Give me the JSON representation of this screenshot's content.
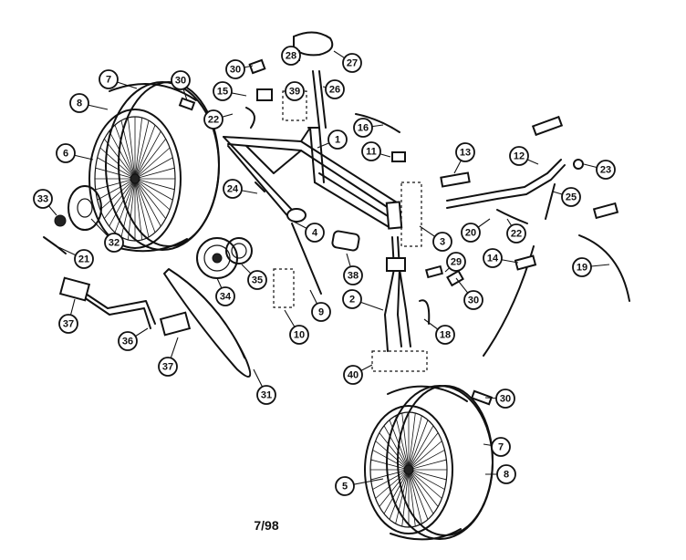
{
  "footer_code": "7/98",
  "callouts": [
    {
      "n": "1"
    },
    {
      "n": "2"
    },
    {
      "n": "3"
    },
    {
      "n": "4"
    },
    {
      "n": "5"
    },
    {
      "n": "6"
    },
    {
      "n": "7"
    },
    {
      "n": "8"
    },
    {
      "n": "9"
    },
    {
      "n": "10"
    },
    {
      "n": "11"
    },
    {
      "n": "12"
    },
    {
      "n": "13"
    },
    {
      "n": "14"
    },
    {
      "n": "15"
    },
    {
      "n": "16"
    },
    {
      "n": "18"
    },
    {
      "n": "19"
    },
    {
      "n": "20"
    },
    {
      "n": "21"
    },
    {
      "n": "22"
    },
    {
      "n": "23"
    },
    {
      "n": "24"
    },
    {
      "n": "25"
    },
    {
      "n": "26"
    },
    {
      "n": "27"
    },
    {
      "n": "28"
    },
    {
      "n": "29"
    },
    {
      "n": "30"
    },
    {
      "n": "31"
    },
    {
      "n": "32"
    },
    {
      "n": "33"
    },
    {
      "n": "34"
    },
    {
      "n": "35"
    },
    {
      "n": "36"
    },
    {
      "n": "37"
    },
    {
      "n": "38"
    },
    {
      "n": "39"
    },
    {
      "n": "40"
    }
  ]
}
